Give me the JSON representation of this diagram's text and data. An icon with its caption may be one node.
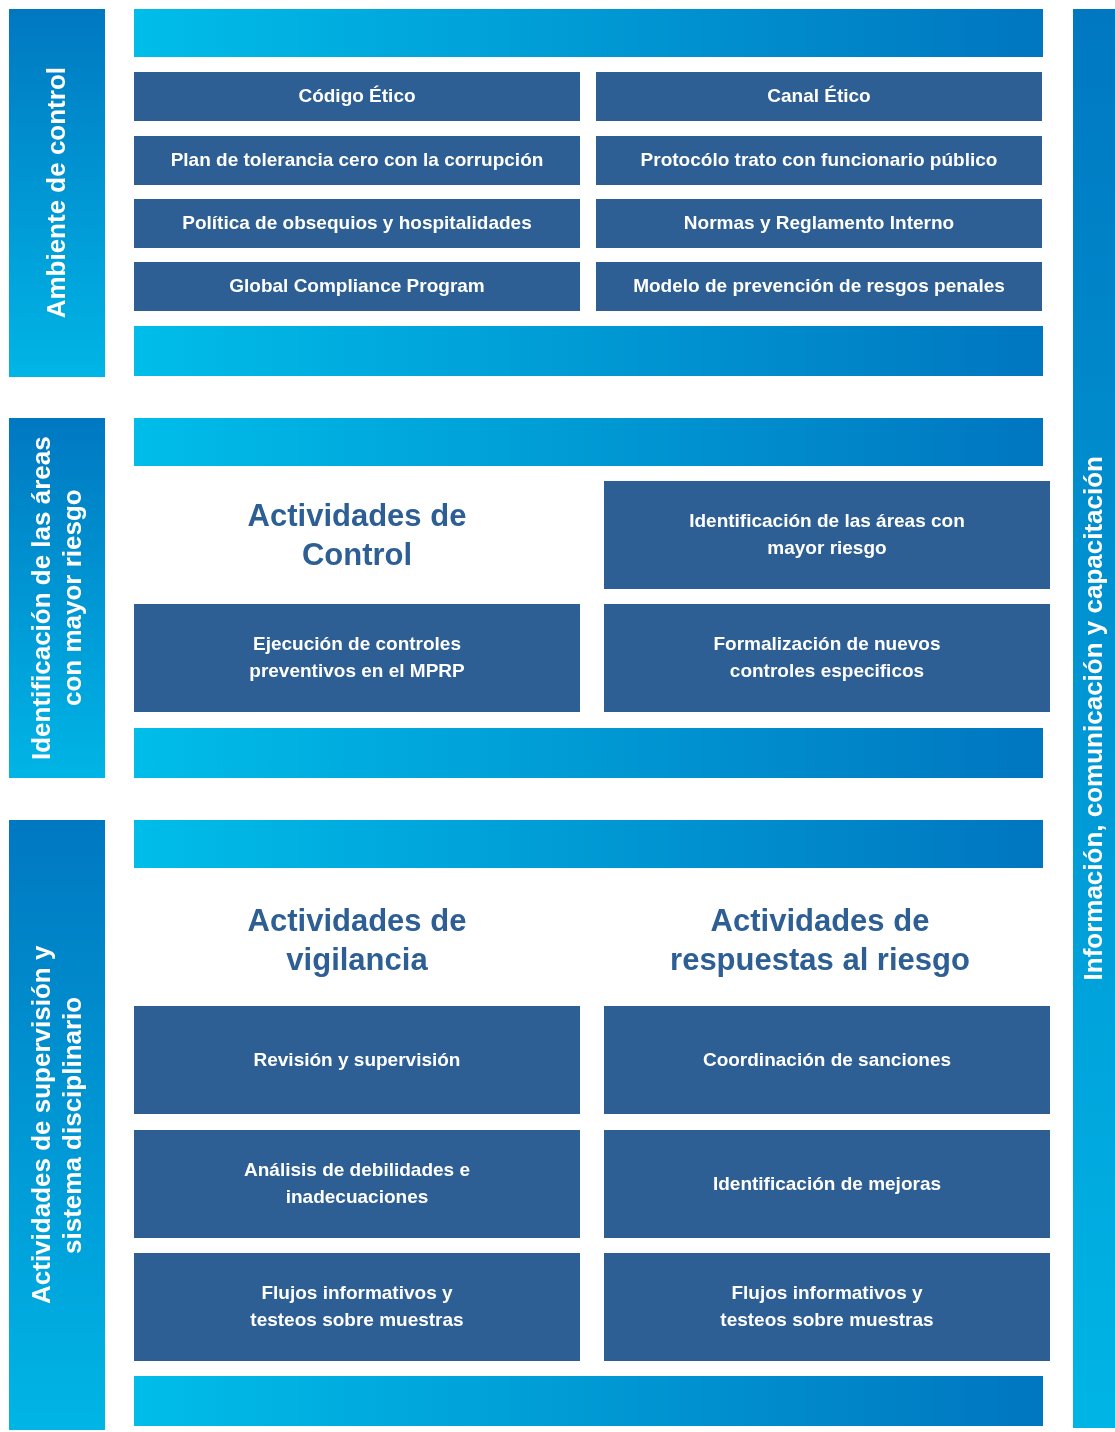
{
  "diagram": {
    "nodes": [
      {
        "text": [
          "Ambiente de control"
        ]
      },
      {
        "text": [],
        "shape": "bar"
      },
      {
        "text": [
          "Código Ético"
        ]
      },
      {
        "text": [
          "Canal Ético"
        ]
      },
      {
        "text": [
          "Plan de tolerancia cero con la corrupción"
        ]
      },
      {
        "text": [
          "Protocólo trato con funcionario público"
        ]
      },
      {
        "text": [
          "Política de obsequios y hospitalidades"
        ]
      },
      {
        "text": [
          "Normas y Reglamento Interno"
        ]
      },
      {
        "text": [
          "Global Compliance Program"
        ]
      },
      {
        "text": [
          "Modelo de prevención de resgos penales"
        ]
      },
      {
        "text": [],
        "shape": "bar"
      },
      {
        "text": [
          "Identificación de las áreas con mayor riesgo"
        ]
      },
      {
        "text": [],
        "shape": "bar"
      },
      {
        "text": [
          "Identificación de las áreas con mayor riesgo"
        ]
      },
      {
        "text": [
          "Ejecución de controles preventivos en el MPRP"
        ]
      },
      {
        "text": [
          "Formalización de nuevos controles especificos"
        ]
      },
      {
        "text": [],
        "shape": "bar"
      },
      {
        "text": [
          "Actividades de supervisión y sistema disciplinario"
        ]
      },
      {
        "text": [],
        "shape": "bar"
      },
      {
        "text": [
          "Revisión y supervisión"
        ]
      },
      {
        "text": [
          "Coordinación de sanciones"
        ]
      },
      {
        "text": [
          "Análisis de debilidades e inadecuaciones"
        ]
      },
      {
        "text": [
          "Identificación de mejoras"
        ]
      },
      {
        "text": [
          "Flujos informativos y testeos sobre muestras"
        ]
      },
      {
        "text": [
          "Flujos informativos y testeos sobre muestras"
        ]
      },
      {
        "text": [],
        "shape": "bar"
      },
      {
        "text": [
          "Información, comunicación y capacitación"
        ]
      }
    ],
    "labels": [
      "Actividades de Control",
      "Actividades de vigilancia",
      "Actividades de respuestas al riesgo"
    ]
  }
}
